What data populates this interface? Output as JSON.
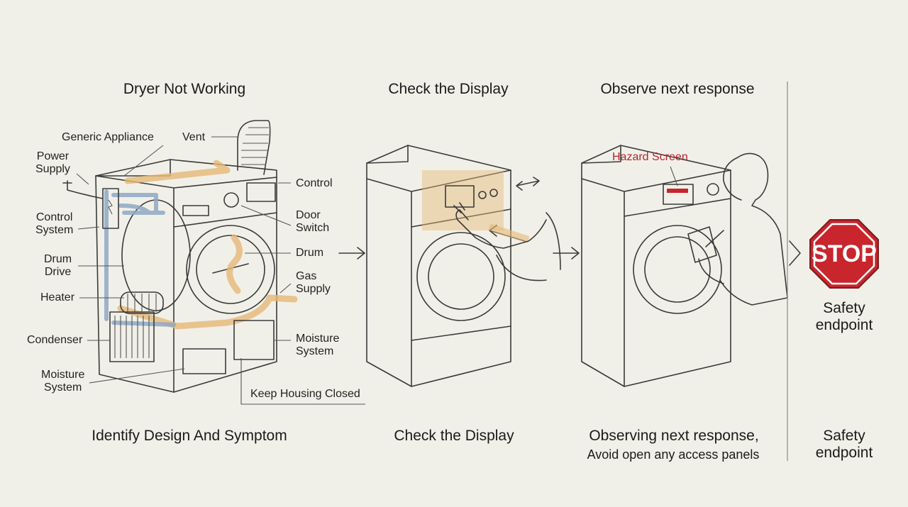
{
  "panels": {
    "panel1": {
      "title": "Dryer Not Working",
      "caption": "Identify Design And Symptom",
      "labels": {
        "generic_appliance": "Generic Appliance",
        "vent": "Vent",
        "power_supply": "Power\nSupply",
        "control": "Control",
        "control_system": "Control\nSystem",
        "door_switch": "Door\nSwitch",
        "drum_drive": "Drum\nDrive",
        "drum": "Drum",
        "gas_supply": "Gas\nSupply",
        "heater": "Heater",
        "condenser": "Condenser",
        "moisture_system_right": "Moisture\nSystem",
        "moisture_system_left": "Moisture\nSystem",
        "keep_housing_closed": "Keep Housing Closed"
      }
    },
    "panel2": {
      "title": "Check the Display",
      "caption": "Check the Display"
    },
    "panel3": {
      "title": "Observe next response",
      "hazard_label": "Hazard Screen",
      "caption_line1": "Observing next response,",
      "caption_line2": "Avoid open any access panels"
    },
    "panel4": {
      "stop_sign_text": "STOP",
      "label": "Safety\nendpoint",
      "caption": "Safety\nendpoint"
    }
  },
  "colors": {
    "background": "#f1f0e8",
    "stop_red": "#c8252c",
    "hazard_red": "#b3262b",
    "highlight_orange": "#e6b877",
    "airflow_blue": "#8ea8c4"
  }
}
